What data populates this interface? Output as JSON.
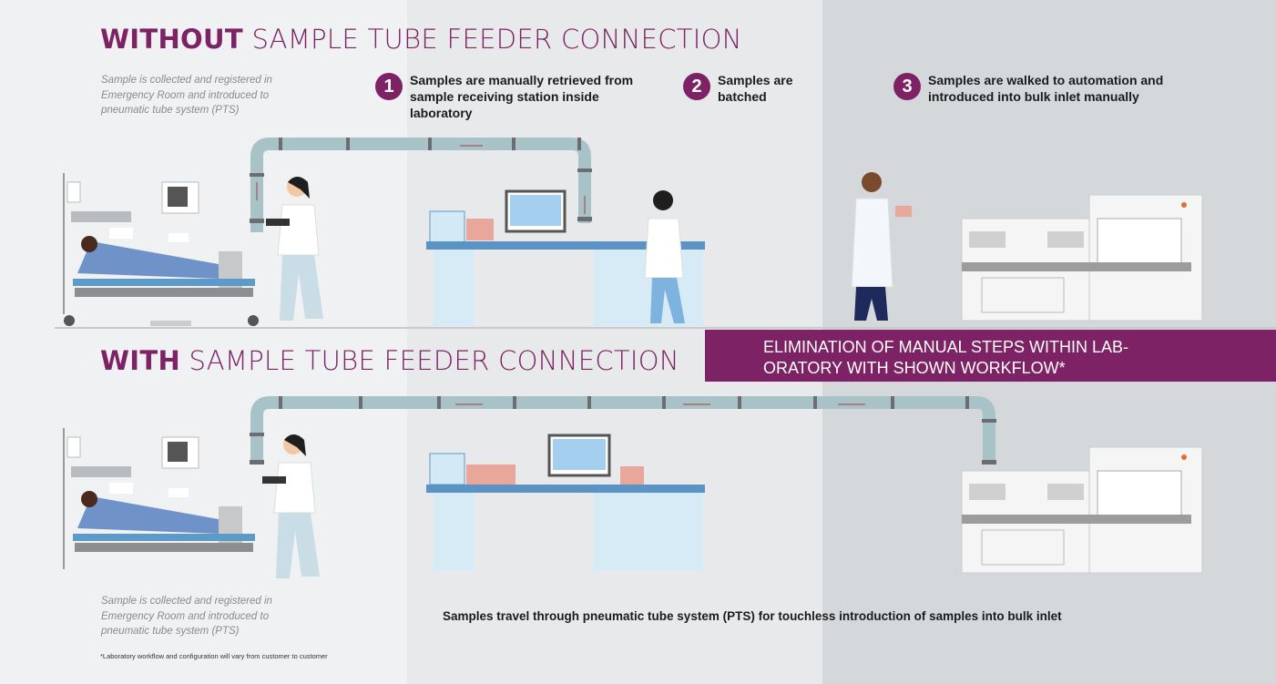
{
  "colors": {
    "brand": "#7d2264",
    "pipe": "#a8c3c8",
    "zone_left": "#f0f1f3",
    "zone_mid": "#e8e9eb",
    "zone_right": "#d5d8db"
  },
  "without": {
    "title_bold": "WITHOUT",
    "title_rest": " SAMPLE TUBE FEEDER CONNECTION",
    "intro_note": "Sample is collected and registered in Emergency Room and introduced to pneumatic tube system (PTS)",
    "steps": [
      {
        "number": "1",
        "text": "Samples are manually retrieved from sample receiving station inside laboratory"
      },
      {
        "number": "2",
        "text": "Samples are batched"
      },
      {
        "number": "3",
        "text": "Samples are walked to automation and introduced into bulk inlet manually"
      }
    ]
  },
  "banner": {
    "line1": "ELIMINATION OF MANUAL STEPS WITHIN LAB-",
    "line2": "ORATORY WITH SHOWN WORKFLOW*"
  },
  "with": {
    "title_bold": "WITH",
    "title_rest": " SAMPLE TUBE FEEDER CONNECTION",
    "intro_note": "Sample is collected and registered in Emergency Room and introduced to pneumatic tube system (PTS)",
    "caption": "Samples travel through pneumatic tube system (PTS) for touchless introduction of samples into bulk inlet"
  },
  "footnote": "*Laboratory workflow and configuration will vary from customer to customer"
}
